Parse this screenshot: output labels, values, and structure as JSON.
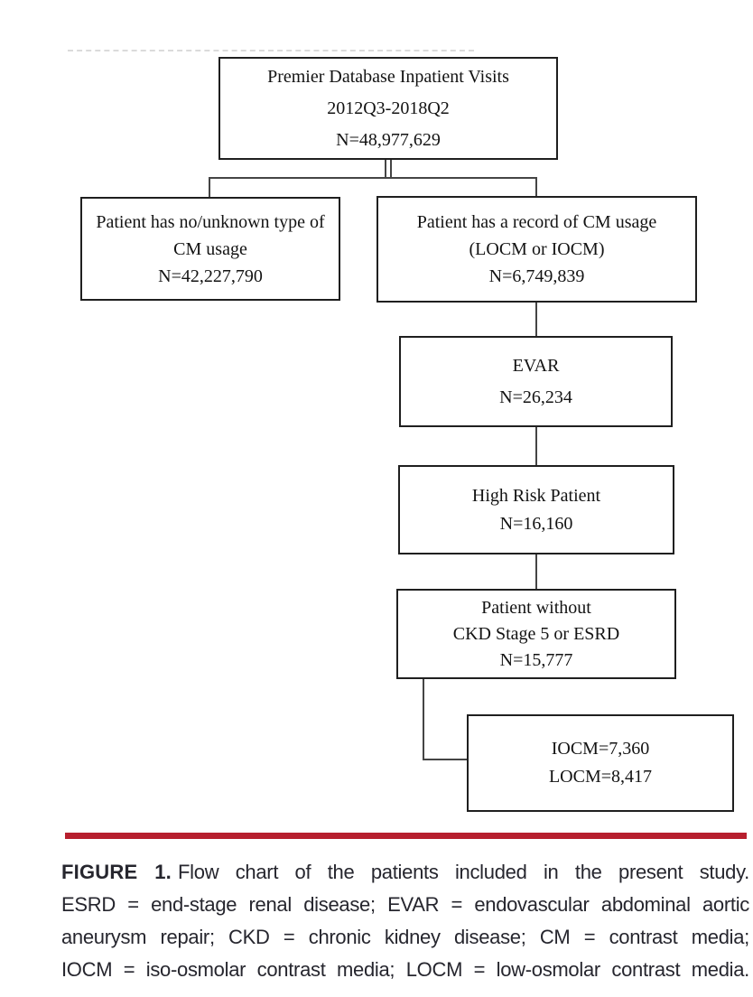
{
  "figure": {
    "flowchart": {
      "boxes": {
        "total": {
          "lines": [
            "Premier Database Inpatient Visits",
            "2012Q3-2018Q2",
            "N=48,977,629"
          ]
        },
        "no_cm": {
          "lines": [
            "Patient has no/unknown type of",
            "CM usage",
            "N=42,227,790"
          ]
        },
        "cm": {
          "lines": [
            "Patient has a record of CM usage",
            "(LOCM or IOCM)",
            "N=6,749,839"
          ]
        },
        "evar": {
          "lines": [
            "EVAR",
            "N=26,234"
          ]
        },
        "high_risk": {
          "lines": [
            "High Risk Patient",
            "N=16,160"
          ]
        },
        "no_ckd5_esrd": {
          "lines": [
            "Patient without",
            "CKD Stage 5 or ESRD",
            "N=15,777"
          ]
        },
        "final_cohort": {
          "lines": [
            "IOCM=7,360",
            "LOCM=8,417"
          ]
        }
      }
    },
    "caption": {
      "label": "FIGURE 1.",
      "line1_rest": "Flow chart of the patients included in the present study.",
      "line2": "ESRD = end-stage renal disease; EVAR = endovascular abdominal aortic",
      "line3": "aneurysm repair; CKD = chronic kidney disease; CM = contrast media;",
      "line4": "IOCM = iso-osmolar contrast media; LOCM = low-osmolar contrast media."
    },
    "colors": {
      "accent_red": "#b71f2e",
      "caption_text": "#26262e",
      "box_border": "#1f1f1f",
      "connector": "#454545"
    }
  }
}
